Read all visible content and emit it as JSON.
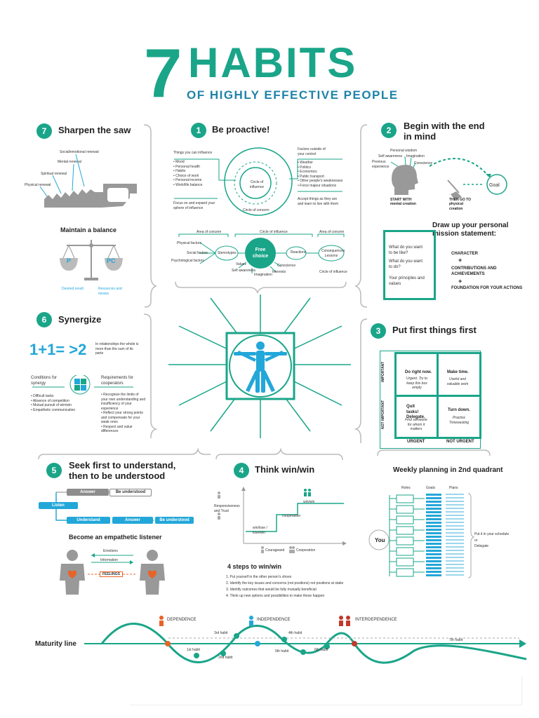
{
  "title": {
    "number": "7",
    "word": "HABITS",
    "subtitle": "OF HIGHLY EFFECTIVE PEOPLE"
  },
  "habit7": {
    "num": "7",
    "title": "Sharpen the saw",
    "saw_labels": [
      "Social/emotional renewal",
      "Mental renewal",
      "Spiritual renewal",
      "Physical renewal"
    ],
    "balance_title": "Maintain a balance",
    "p": "P",
    "pc": "PC",
    "desired": "Desired result",
    "resources": "Resources and means"
  },
  "habit1": {
    "num": "1",
    "title": "Be proactive!",
    "influence_title": "Things you can influence",
    "influence_items": [
      "Mood",
      "Personal health",
      "Habits",
      "Choice of work",
      "Personal income",
      "Work/life balance"
    ],
    "focus": "Focus on and expand your sphere of influence",
    "outside_title": "Factors outside of your control",
    "outside_items": [
      "Weather",
      "Politics",
      "Economics",
      "Public transport",
      "Other people's weaknesses",
      "Force majeur situations"
    ],
    "accept": "Accept things as they are and learn to live with them",
    "circle_influence": "Circle of influence",
    "circle_concern": "Circle of concern",
    "area_concern_left": "Area of concern",
    "circle_influence_top": "Circle of influence",
    "area_concern_right": "Area of concern",
    "physical": "Physical factors",
    "social": "Social factors",
    "psych": "Psychological factors",
    "stereotypes": "Stereotypes",
    "free_choice": "Free choice",
    "reactions": "Reactions",
    "consequences": "Consequences Lessons",
    "self_awareness": "Self awareness",
    "values": "Values",
    "imagination": "Imagination",
    "conscience": "Conscience",
    "interests": "Interests",
    "circle_influence_bottom": "Circle of influence"
  },
  "habit2": {
    "num": "2",
    "title": "Begin with the end in mind",
    "head_labels": [
      "Personal wisdom",
      "Self awareness",
      "Imagination",
      "Previous experience",
      "Conscience"
    ],
    "start": "START WITH mental creation",
    "then": "THEN GO TO physical creation",
    "goal": "Goal",
    "draw_title": "Draw up your personal mission statement:",
    "q1": "What do you want to be like?",
    "q2": "What do you want to do?",
    "q3": "Your principles and values",
    "a1": "CHARACTER",
    "a2": "CONTRIBUTIONS AND ACHIEVEMENTS",
    "a3": "FOUNDATION FOR YOUR ACTIONS",
    "plus": "+"
  },
  "habit6": {
    "num": "6",
    "title": "Synergize",
    "formula": "1+1= >2",
    "formula_note": "In relationships the whole is more than the sum of its parts",
    "conditions": "Conditions for synergy",
    "requirements": "Requirements for cooperators",
    "conditions_items": [
      "Difficult tasks",
      "Absence of competition",
      "Mutual pursuit of win/win",
      "Empathetic communication"
    ],
    "requirements_items": [
      "Recognize the limits of your own understanding and insufficiency of your experience",
      "Reflect your strong points and compensate for your weak ones",
      "Respect and value differences"
    ]
  },
  "habit3": {
    "num": "3",
    "title": "Put first things first",
    "important": "IMPORTANT",
    "not_important": "NOT IMPORTANT",
    "urgent": "URGENT",
    "not_urgent": "NOT URGENT",
    "q1_title": "Do right now.",
    "q1_sub": "Urgent. Try to keep this box empty",
    "q2_title": "Make time.",
    "q2_sub": "Useful and valuable work",
    "q3_title": "Quit tasks! Delegate.",
    "q3_sub": "Find someone for whom it matters",
    "q4_title": "Turn down.",
    "q4_sub": "Practice Timewasting",
    "weekly": "Weekly planning in 2nd quadrant",
    "roles": "Roles",
    "goals": "Goals",
    "plans": "Plans",
    "you": "You",
    "put": "Put it in your schedule",
    "or": "or",
    "delegate": "Delegate"
  },
  "habit5": {
    "num": "5",
    "title": "Seek first to understand, then to be understood",
    "answer": "Answer",
    "be_understood": "Be understood",
    "listen": "Listen",
    "understand": "Understand",
    "answer2": "Answer",
    "be_understood2": "Be understood",
    "empathetic": "Become an empathetic listener",
    "emotions": "Emotions",
    "information": "Information",
    "feelings": "FEELINGS"
  },
  "habit4": {
    "num": "4",
    "title": "Think win/win",
    "y_label": "Responsiveness and Trust",
    "winlose": "win/lose / lose/win",
    "cooperation": "cooperation",
    "winwin": "win/win",
    "courage": "Courage",
    "and": "and",
    "coop_x": "Cooperation",
    "steps_title": "4 steps to win/win",
    "steps": [
      "1. Put yourself in the other person's shoes",
      "2. Identify the key issues and concerns (not positions) not positions at stake",
      "3. Identify outcomes that would be fully mutually beneficial",
      "4. Think up new options and possibilities to make these happen"
    ]
  },
  "maturity": {
    "label": "Maturity line",
    "dependence": "DEPENDENCE",
    "independence": "INDEPENDENCE",
    "interdependence": "INTERDEPENDENCE",
    "h1": "1st habit",
    "h2": "2nd habit",
    "h3": "3rd habit",
    "h4": "4th habit",
    "h5": "5th habit",
    "h6": "6th habit",
    "h7": "7th habit"
  },
  "colors": {
    "teal": "#1aa589",
    "blue": "#23a7d9",
    "grey": "#8d8d8d",
    "orange": "#e8632a",
    "red": "#c0392b"
  }
}
